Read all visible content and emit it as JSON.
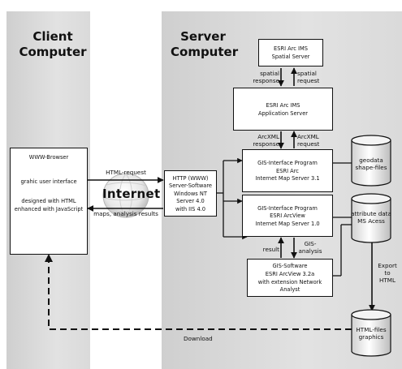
{
  "client": {
    "title_line1": "Client",
    "title_line2": "Computer",
    "browser": {
      "name": "WWW-Browser",
      "line1": "grahic user interface",
      "line2": "designed with HTML",
      "line3": "enhanced with JavaScript"
    }
  },
  "server": {
    "title_line1": "Server",
    "title_line2": "Computer",
    "spatial_server": {
      "line1": "ESRI Arc IMS",
      "line2": "Spatial Server"
    },
    "app_server": {
      "line1": "ESRI Arc IMS",
      "line2": "Application Server"
    },
    "http_server": {
      "line1": "HTTP (WWW)",
      "line2": "Server-Software",
      "line3": "Windows NT Server 4.0",
      "line4": "with IIS 4.0"
    },
    "gis_arc": {
      "line1": "GIS-Interface Program",
      "line2": "ESRI Arc",
      "line3": "Internet Map Server 3.1"
    },
    "gis_arcview": {
      "line1": "GIS-Interface Program",
      "line2": "ESRI ArcView",
      "line3": "Internet Map Server 1.0"
    },
    "gis_software": {
      "line1": "GIS-Software",
      "line2": "ESRI ArcView 3.2a",
      "line3": "with extension Network Analyst"
    }
  },
  "internet_label": "Internet",
  "labels": {
    "html_request": "HTML-request",
    "maps_results": "maps, analysis results",
    "spatial_response_1": "spatial",
    "spatial_response_2": "response",
    "spatial_request_1": "spatial",
    "spatial_request_2": "request",
    "arcxml_response_1": "ArcXML",
    "arcxml_response_2": "response",
    "arcxml_request_1": "ArcXML",
    "arcxml_request_2": "request",
    "result": "result",
    "gis_analysis_1": "GIS-",
    "gis_analysis_2": "analysis",
    "export_1": "Export",
    "export_2": "to",
    "export_3": "HTML",
    "download": "Download"
  },
  "databases": {
    "geodata": {
      "line1": "geodata",
      "line2": "shape-files"
    },
    "attribute": {
      "line1": "attribute data",
      "line2": "MS Acess"
    },
    "html_files": {
      "line1": "HTML-files",
      "line2": "graphics"
    }
  }
}
